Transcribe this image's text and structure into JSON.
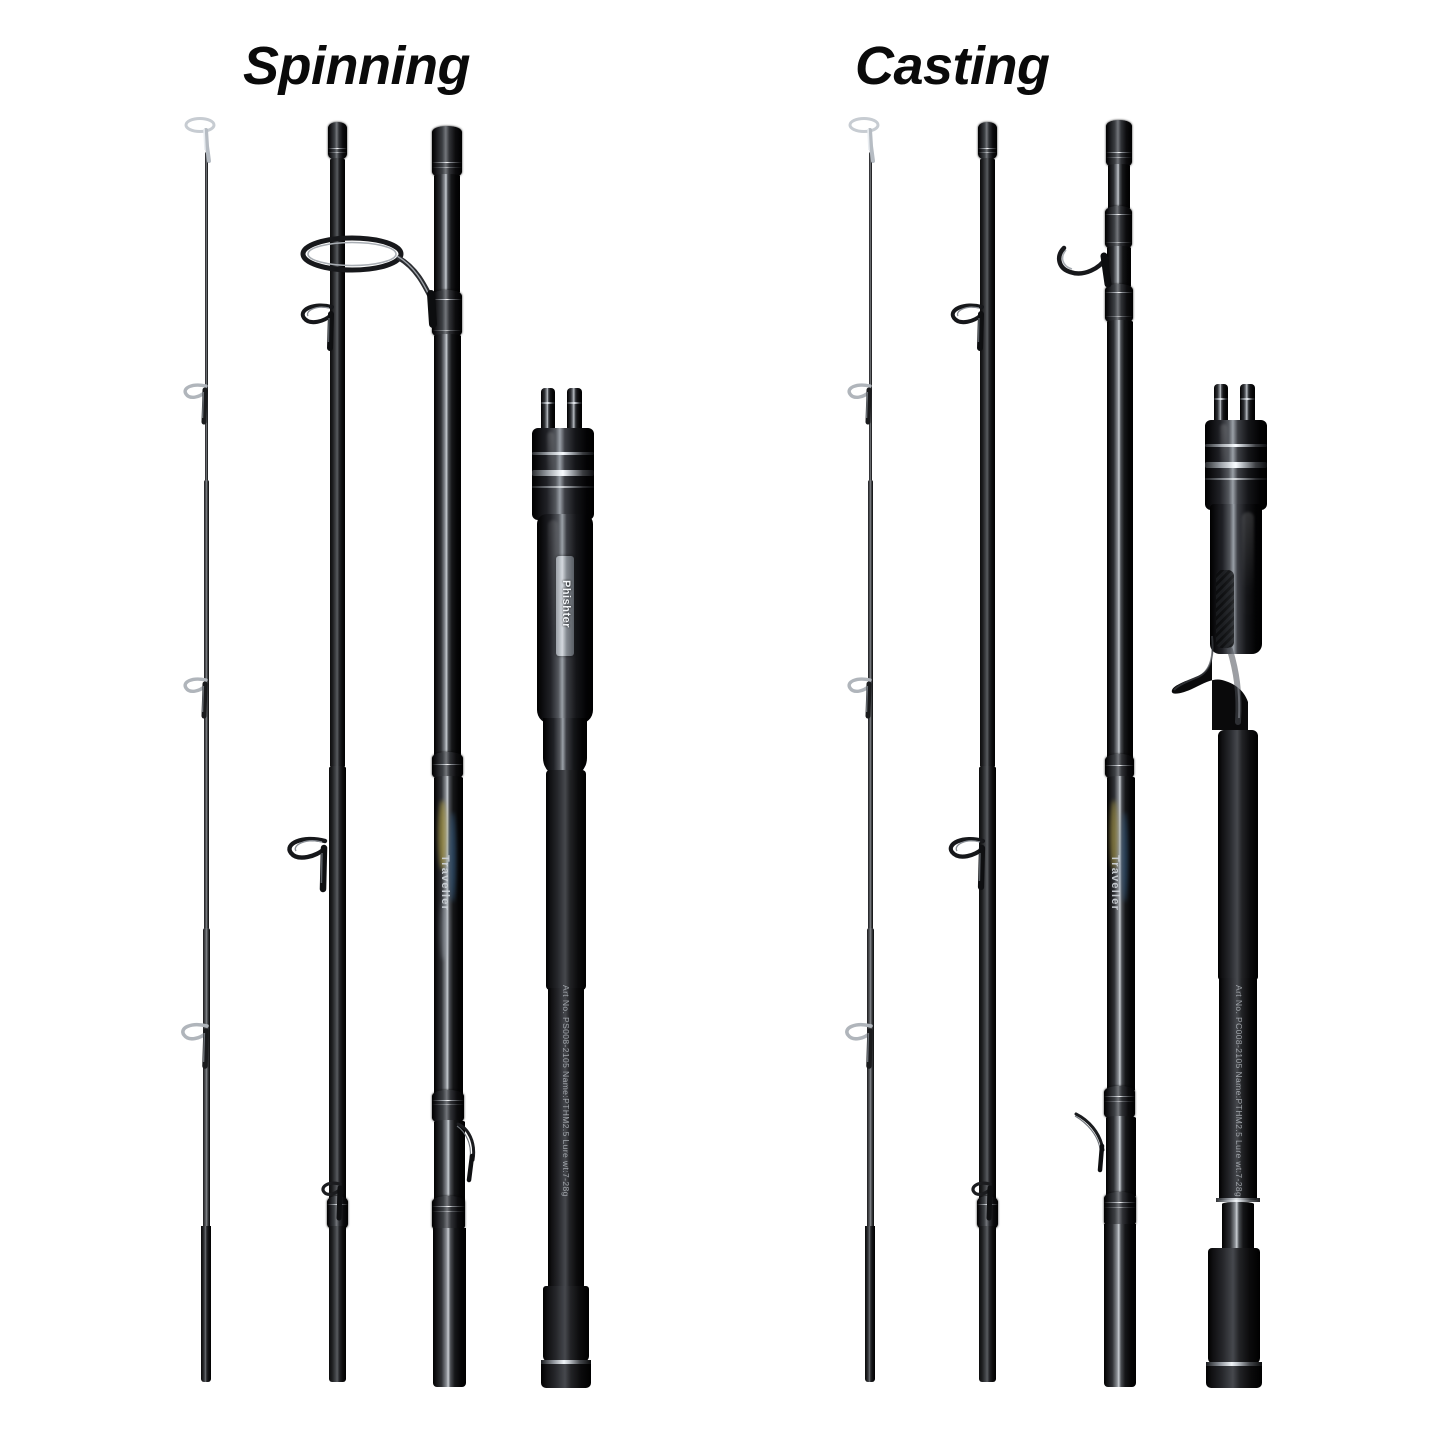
{
  "labels": {
    "spinning": "Spinning",
    "casting": "Casting"
  },
  "brand": {
    "reel_seat_logo": "Phishter",
    "blank_logo": "Traveller"
  },
  "spinning_rod": {
    "spec_text": "Art No. PS008-2105  Name:PTHM2.5  Lure wt:7-28g",
    "sections": [
      {
        "name": "tip-section",
        "guides": 4
      },
      {
        "name": "second-section",
        "guides": 3
      },
      {
        "name": "third-section",
        "guides": 2
      },
      {
        "name": "handle-section",
        "guides": 0
      }
    ]
  },
  "casting_rod": {
    "spec_text": "Art No. PC008-2105  Name:PTHM2.5  Lure wt:7-28g",
    "sections": [
      {
        "name": "tip-section",
        "guides": 4
      },
      {
        "name": "second-section",
        "guides": 3
      },
      {
        "name": "third-section",
        "guides": 2
      },
      {
        "name": "handle-section",
        "guides": 0
      }
    ]
  },
  "colors": {
    "background": "#ffffff",
    "blank": "#0b0b0c",
    "chrome": "#eef2f6",
    "text": "#0a0a0a",
    "accent_yellow": "#d8c24a",
    "accent_blue": "#4a7fb5"
  }
}
